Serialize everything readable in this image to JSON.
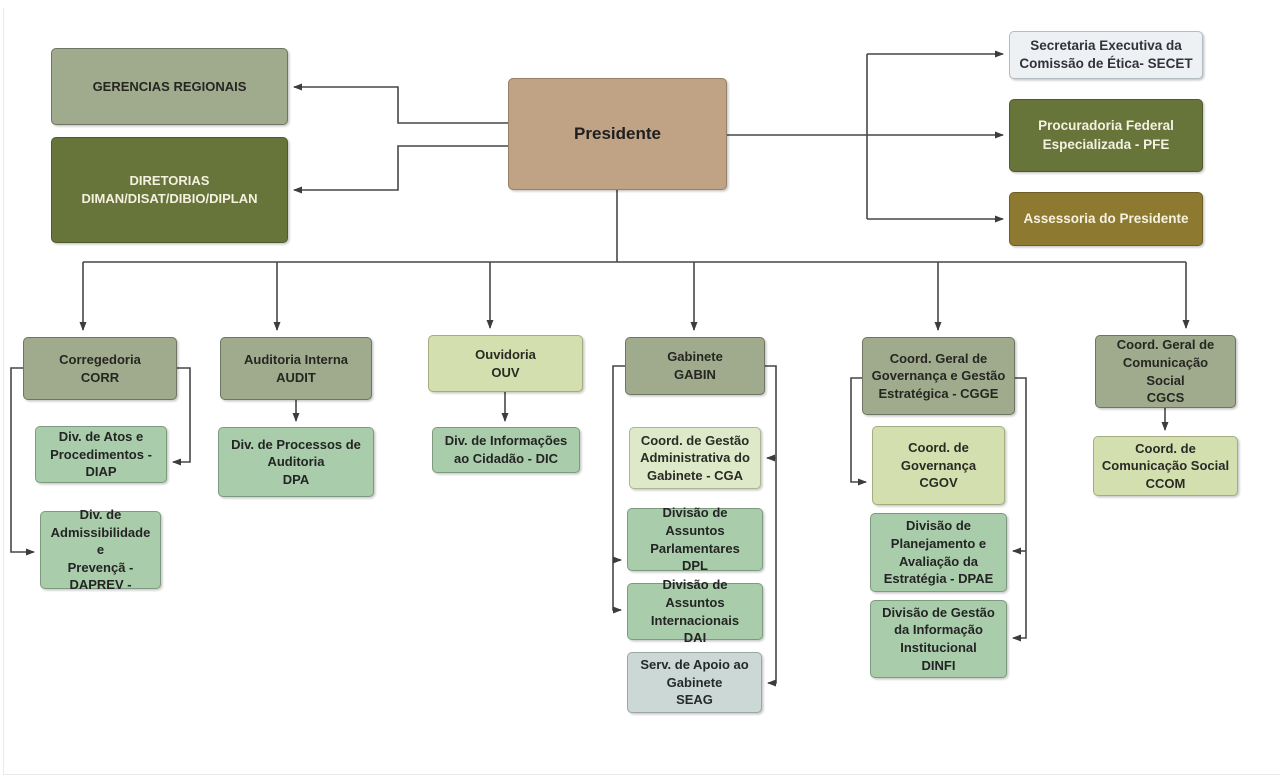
{
  "diagram": {
    "type": "org-chart",
    "root_id": "presidente",
    "colors": {
      "sage": "#a0ab8e",
      "dark_olive": "#67743a",
      "tan": "#c0a284",
      "gold": "#8e7931",
      "light_gray": "#eef1f3",
      "light_green": "#a9cdab",
      "pale_green": "#d3dfae",
      "paler_green": "#dde9c9",
      "blue_gray": "#ccd8d5",
      "line": "#474747"
    },
    "nodes": {
      "presidente": {
        "label": "Presidente"
      },
      "gerencias": {
        "label": "GERENCIAS REGIONAIS"
      },
      "diretorias": {
        "label": "DIRETORIAS\nDIMAN/DISAT/DIBIO/DIPLAN"
      },
      "secet": {
        "label": "Secretaria Executiva da\nComissão de Ética- SECET"
      },
      "pfe": {
        "label": "Procuradoria Federal\nEspecializada - PFE"
      },
      "assessoria": {
        "label": "Assessoria do Presidente"
      },
      "corr": {
        "label": "Corregedoria\nCORR"
      },
      "diap": {
        "label": "Div. de Atos e\nProcedimentos -\nDIAP"
      },
      "daprev": {
        "label": "Div. de\nAdmissibilidade e\nPrevençã -\nDAPREV -"
      },
      "audit": {
        "label": "Auditoria Interna\nAUDIT"
      },
      "dpa": {
        "label": "Div. de Processos de\nAuditoria\nDPA"
      },
      "ouv": {
        "label": "Ouvidoria\nOUV"
      },
      "dic": {
        "label": "Div. de Informações\nao Cidadão - DIC"
      },
      "gabin": {
        "label": "Gabinete\nGABIN"
      },
      "cga": {
        "label": "Coord. de Gestão\nAdministrativa do\nGabinete - CGA"
      },
      "dpl": {
        "label": "Divisão de Assuntos\nParlamentares\nDPL"
      },
      "dai": {
        "label": "Divisão de Assuntos\nInternacionais\nDAI"
      },
      "seag": {
        "label": "Serv. de Apoio ao\nGabinete\nSEAG"
      },
      "cgge": {
        "label": "Coord. Geral de\nGovernança e Gestão\nEstratégica - CGGE"
      },
      "cgov": {
        "label": "Coord. de\nGovernança\nCGOV"
      },
      "dpae": {
        "label": "Divisão de\nPlanejamento e\nAvaliação da\nEstratégia - DPAE"
      },
      "dinfi": {
        "label": "Divisão de Gestão\nda Informação\nInstitucional\nDINFI"
      },
      "cgcs": {
        "label": "Coord. Geral de\nComunicação Social\nCGCS"
      },
      "ccom": {
        "label": "Coord. de\nComunicação Social\nCCOM"
      }
    }
  }
}
